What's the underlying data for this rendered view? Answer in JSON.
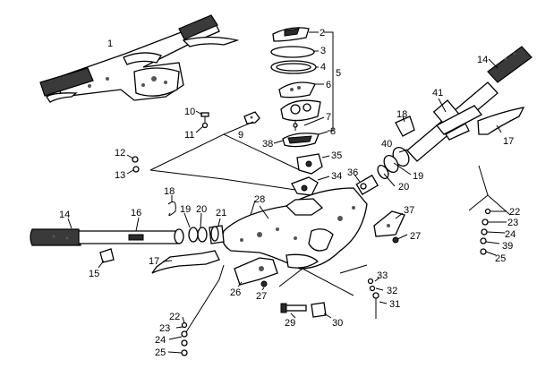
{
  "labels": {
    "p1": "1",
    "p2": "2",
    "p3": "3",
    "p4": "4",
    "p5": "5",
    "p6": "6",
    "p7": "7",
    "p8": "8",
    "p9": "9",
    "p10": "10",
    "p11": "11",
    "p12": "12",
    "p13": "13",
    "p14a": "14",
    "p14b": "14",
    "p15": "15",
    "p16": "16",
    "p17a": "17",
    "p17b": "17",
    "p18a": "18",
    "p18b": "18",
    "p19a": "19",
    "p19b": "19",
    "p20a": "20",
    "p20b": "20",
    "p21": "21",
    "p22a": "22",
    "p22b": "22",
    "p23a": "23",
    "p23b": "23",
    "p24a": "24",
    "p24b": "24",
    "p25a": "25",
    "p25b": "25",
    "p26": "26",
    "p27a": "27",
    "p27b": "27",
    "p28": "28",
    "p29": "29",
    "p30": "30",
    "p31": "31",
    "p32": "32",
    "p33": "33",
    "p34": "34",
    "p35": "35",
    "p36": "36",
    "p37": "37",
    "p38": "38",
    "p39": "39",
    "p40": "40",
    "p41": "41"
  }
}
